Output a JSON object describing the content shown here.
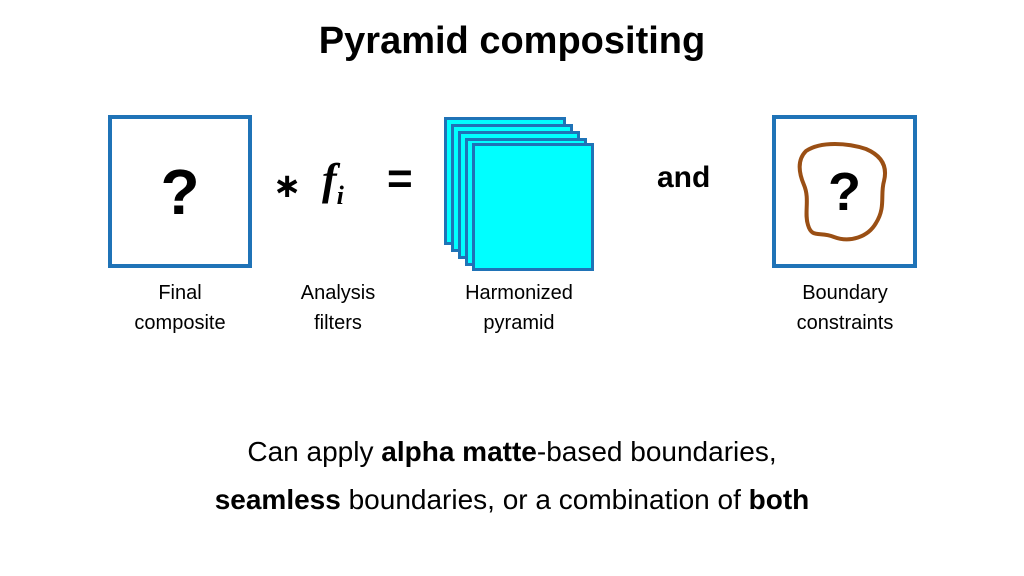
{
  "title": "Pyramid compositing",
  "diagram": {
    "final_composite": {
      "symbol": "?",
      "label_line1": "Final",
      "label_line2": "composite"
    },
    "operator_convolve": "∗",
    "filter": {
      "symbol": "f",
      "subscript": "i",
      "label_line1": "Analysis",
      "label_line2": "filters"
    },
    "operator_equals": "=",
    "pyramid": {
      "label_line1": "Harmonized",
      "label_line2": "pyramid",
      "fill_color": "#00FFFF"
    },
    "conjunction": "and",
    "boundary": {
      "symbol": "?",
      "label_line1": "Boundary",
      "label_line2": "constraints",
      "outline_color": "#9A4F14"
    },
    "box_border_color": "#1F73B7"
  },
  "footer": {
    "line1": {
      "prefix": "Can apply ",
      "bold": "alpha matte",
      "suffix": "-based boundaries,"
    },
    "line2": {
      "bold1": "seamless",
      "middle": " boundaries, or a combination of ",
      "bold2": "both"
    }
  }
}
